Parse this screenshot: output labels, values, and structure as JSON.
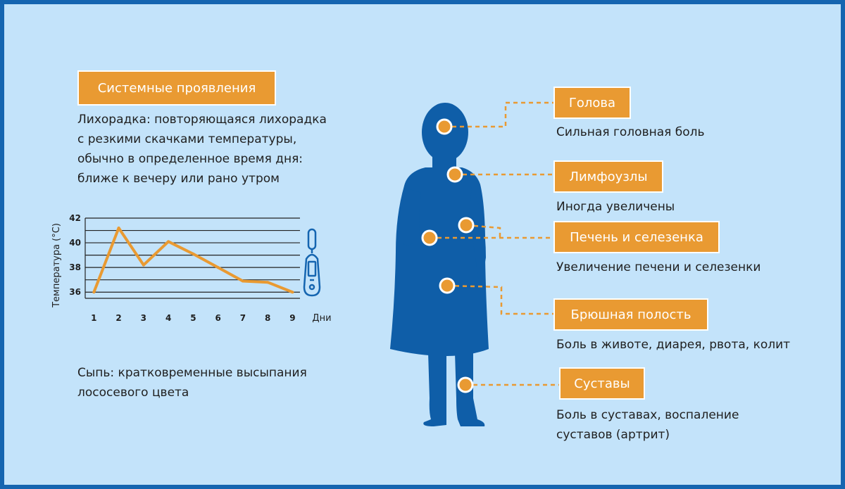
{
  "systemic": {
    "title": "Системные проявления",
    "fever_term": "Лихорадка:",
    "fever_lines": [
      " повторяющаяся лихорадка",
      "с резкими скачками температуры,",
      "обычно в определенное время дня:",
      "ближе к вечеру или рано утром"
    ],
    "rash_term": "Сыпь:",
    "rash_lines": [
      " кратковременные высыпания",
      "лососевого цвета"
    ]
  },
  "chart_data": {
    "type": "line",
    "ylabel": "Температура (°С)",
    "xlabel": "Дни",
    "x": [
      1,
      2,
      3,
      4,
      5,
      6,
      7,
      8,
      9
    ],
    "y": [
      36.0,
      41.2,
      38.2,
      40.1,
      39.1,
      38.0,
      36.9,
      36.8,
      36.0
    ],
    "yticks": [
      36,
      38,
      40,
      42
    ],
    "ylim": [
      35.5,
      42
    ],
    "grid": true,
    "line_color": "#e99a32"
  },
  "organs": [
    {
      "id": "head",
      "title": "Голова",
      "desc": [
        "Сильная головная боль"
      ]
    },
    {
      "id": "lymph",
      "title": "Лимфоузлы",
      "desc": [
        "Иногда увеличены"
      ]
    },
    {
      "id": "liver",
      "title": "Печень и селезенка",
      "desc": [
        "Увеличение печени и селезенки"
      ]
    },
    {
      "id": "abdomen",
      "title": "Брюшная полость",
      "desc": [
        "Боль в животе, диарея, рвота, колит"
      ]
    },
    {
      "id": "joints",
      "title": "Суставы",
      "desc": [
        "Боль в суставах, воспаление",
        "суставов (артрит)"
      ]
    }
  ],
  "colors": {
    "background": "#c3e3fa",
    "border": "#1565b0",
    "silhouette": "#0f5ea8",
    "accent": "#e99a32"
  },
  "icons": [
    "thermometer-icon"
  ]
}
